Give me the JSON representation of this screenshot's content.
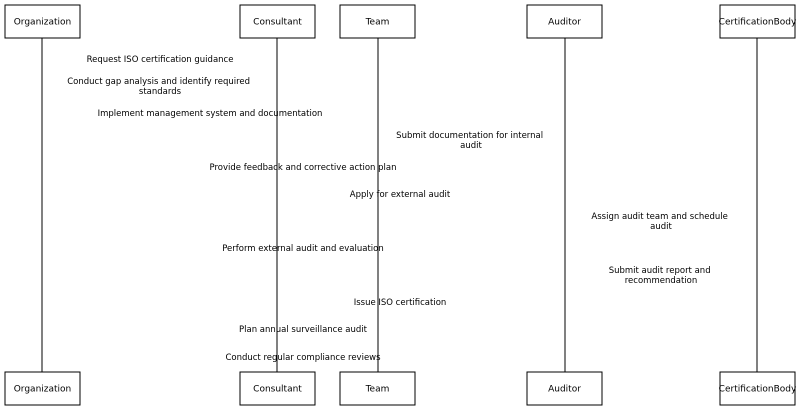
{
  "participants": [
    {
      "id": "org",
      "label": "Organization"
    },
    {
      "id": "con",
      "label": "Consultant"
    },
    {
      "id": "team",
      "label": "Team"
    },
    {
      "id": "aud",
      "label": "Auditor"
    },
    {
      "id": "cb",
      "label": "CertificationBody"
    }
  ],
  "messages": [
    {
      "lines": [
        "Request ISO certification guidance"
      ]
    },
    {
      "lines": [
        "Conduct gap analysis and identify required",
        "standards"
      ]
    },
    {
      "lines": [
        "Implement management system and documentation"
      ]
    },
    {
      "lines": [
        "Submit documentation for internal",
        "audit"
      ]
    },
    {
      "lines": [
        "Provide feedback and corrective action plan"
      ]
    },
    {
      "lines": [
        "Apply for external audit"
      ]
    },
    {
      "lines": [
        "Assign audit team and schedule",
        "audit"
      ]
    },
    {
      "lines": [
        "Perform external audit and evaluation"
      ]
    },
    {
      "lines": [
        "Submit audit report and",
        "recommendation"
      ]
    },
    {
      "lines": [
        "Issue ISO certification"
      ]
    },
    {
      "lines": [
        "Plan annual surveillance audit"
      ]
    },
    {
      "lines": [
        "Conduct regular compliance reviews"
      ]
    }
  ]
}
